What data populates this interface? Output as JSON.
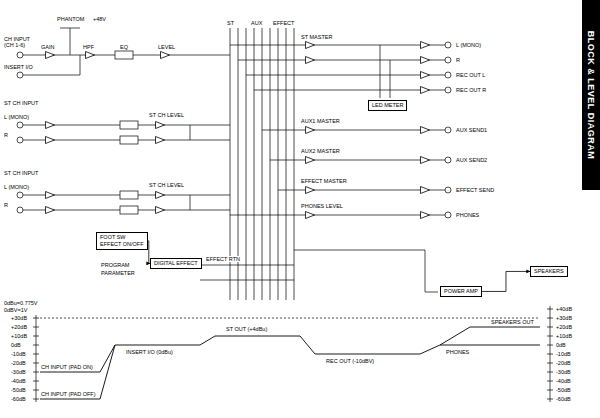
{
  "diagram": {
    "nodes": [
      {
        "text": [
          "BLOCK & LEVEL DIAGRAM"
        ]
      },
      {
        "text": [
          "LED METER"
        ]
      },
      {
        "text": [
          "DIGITAL EFFECT"
        ]
      },
      {
        "text": [
          "POWER AMP"
        ]
      },
      {
        "text": [
          "SPEAKERS"
        ]
      },
      {
        "text": [
          "FOOT SW",
          "EFFECT ON/OFF"
        ]
      }
    ],
    "edges": [
      {
        "from": 5,
        "to": 2,
        "arrow": "to"
      },
      {
        "from": 3,
        "to": 4,
        "arrow": "to"
      }
    ],
    "labels": [
      "PHANTOM",
      "+48V",
      "CH INPUT",
      "(CH 1-6)",
      "INSERT I/O",
      "ST CH INPUT",
      "L (MONO)",
      "R",
      "ST CH INPUT",
      "L (MONO)",
      "R",
      "GAIN",
      "HPF",
      "EQ",
      "LEVEL",
      "ST CH LEVEL",
      "ST CH LEVEL",
      "ST",
      "AUX",
      "EFFECT",
      "ST MASTER",
      "L (MONO)",
      "R",
      "REC OUT L",
      "REC OUT R",
      "AUX1 MASTER",
      "AUX SEND1",
      "AUX2 MASTER",
      "AUX SEND2",
      "EFFECT MASTER",
      "EFFECT SEND",
      "PHONES LEVEL",
      "PHONES",
      "EFFECT RTN",
      "PROGRAM",
      "PARAMETER",
      "0dBu=0.775V",
      "0dBV=1V",
      "+30dB",
      "+20dB",
      "+10dB",
      "0dB",
      "-10dB",
      "-20dB",
      "-30dB",
      "-40dB",
      "-50dB",
      "-60dB",
      "+40dB",
      "+30dB",
      "+20dB",
      "+10dB",
      "0dB",
      "-10dB",
      "-20dB",
      "-30dB",
      "-40dB",
      "-50dB",
      "-60dB",
      "CH INPUT (PAD ON)",
      "CH INPUT (PAD OFF)",
      "INSERT I/O (0dBu)",
      "ST OUT (+4dBu)",
      "REC OUT (-10dBV)",
      "PHONES",
      "SPEAKERS OUT"
    ]
  }
}
